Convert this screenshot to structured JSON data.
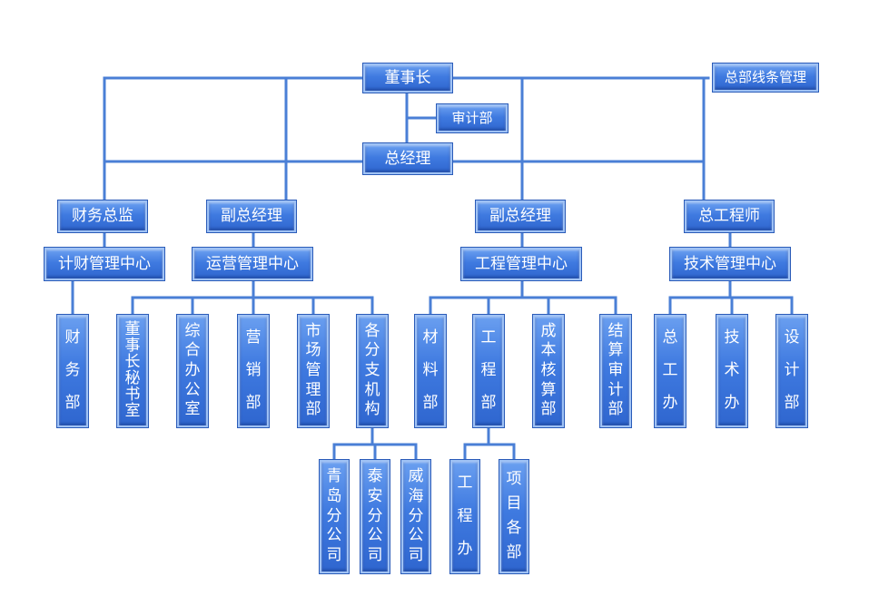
{
  "nodes": {
    "chairman": "董事长",
    "hq_line_mgmt": "总部线条管理",
    "audit_dept": "审计部",
    "gm": "总经理",
    "cfo": "财务总监",
    "vgm_left": "副总经理",
    "vgm_right": "副总经理",
    "chief_engineer": "总工程师",
    "finance_center": "计财管理中心",
    "ops_center": "运营管理中心",
    "eng_center": "工程管理中心",
    "tech_center": "技术管理中心",
    "finance_dept": "财务部",
    "chairman_secretary": "董事长秘书室",
    "general_office": "综合办公室",
    "sales_dept": "营销部",
    "market_mgmt": "市场管理部",
    "branches": "各分支机构",
    "qingdao": "青岛分公司",
    "taian": "泰安分公司",
    "weihai": "威海分公司",
    "materials_dept": "材料部",
    "engineering_dept": "工程部",
    "eng_office": "工程办",
    "project_depts": "项目各部",
    "cost_accounting": "成本核算部",
    "settlement_audit": "结算审计部",
    "chief_eng_office": "总工办",
    "tech_office": "技术办",
    "design_dept": "设计部"
  },
  "colors": {
    "box_top": "#6a9ff0",
    "box_bottom": "#2f66cf",
    "line": "#4a7fd6"
  }
}
